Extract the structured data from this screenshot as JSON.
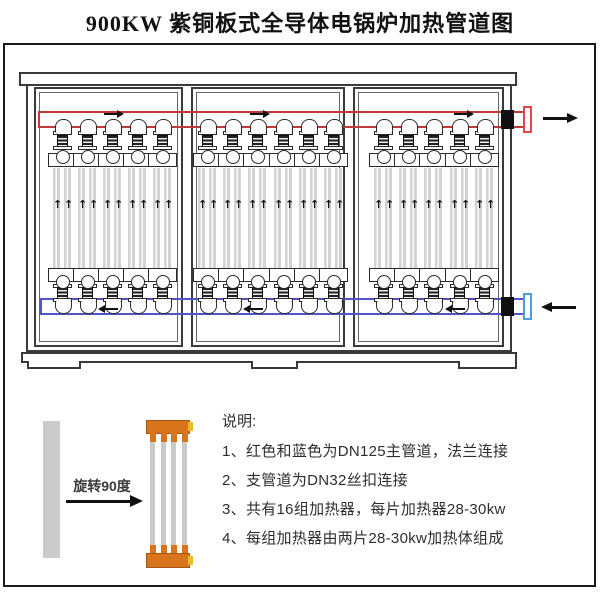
{
  "title": "900KW 紫铜板式全导体电锅炉加热管道图",
  "boiler": {
    "panels": [
      {
        "heater_groups": 5
      },
      {
        "heater_groups": 6
      },
      {
        "heater_groups": 5
      }
    ],
    "total_heater_groups": 16,
    "tube_flow_arrow": "↑",
    "colors": {
      "supply_pipe": "#c03a3a",
      "supply_flange": "#e2474f",
      "return_pipe": "#4d55c8",
      "return_flange": "#4f9ddb",
      "heater_header_orange": "#d8751c",
      "heater_cap_yellow": "#e9bd2a"
    }
  },
  "legend": {
    "rotate_label": "旋转90度",
    "notes_title": "说明:",
    "notes": [
      "1、红色和蓝色为DN125主管道，法兰连接",
      "2、支管道为DN32丝扣连接",
      "3、共有16组加热器，每片加热器28-30kw",
      "4、每组加热器由两片28-30kw加热体组成"
    ]
  }
}
